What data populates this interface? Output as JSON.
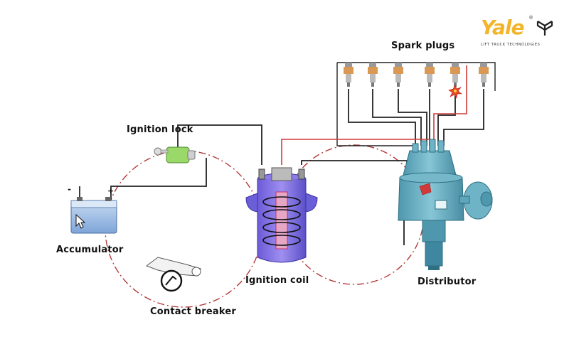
{
  "labels": {
    "spark_plugs": "Spark plugs",
    "ignition_lock": "Ignition lock",
    "accumulator": "Accumulator",
    "ignition_coil": "Ignition coil",
    "distributor": "Distributor",
    "contact_breaker": "Contact breaker"
  },
  "battery_terminals": {
    "negative": "-",
    "positive": "+"
  },
  "logo": {
    "name": "Yale",
    "tagline": "LIFT TRUCK TECHNOLOGIES",
    "registered": "®",
    "color": "#f2b52b"
  },
  "colors": {
    "wire": "#222222",
    "circuit_dashed": "#b43a3a",
    "hot_wire": "#d23a3a",
    "coil_body": "#6a5fd8",
    "distributor_body": "#5fa8bd",
    "battery_body": "#8fb4e0",
    "lock_body": "#9ad86a"
  },
  "icons": [
    "spark-plug-icon",
    "spark-flash-icon",
    "key-icon",
    "cursor-icon",
    "yale-emblem-icon"
  ]
}
